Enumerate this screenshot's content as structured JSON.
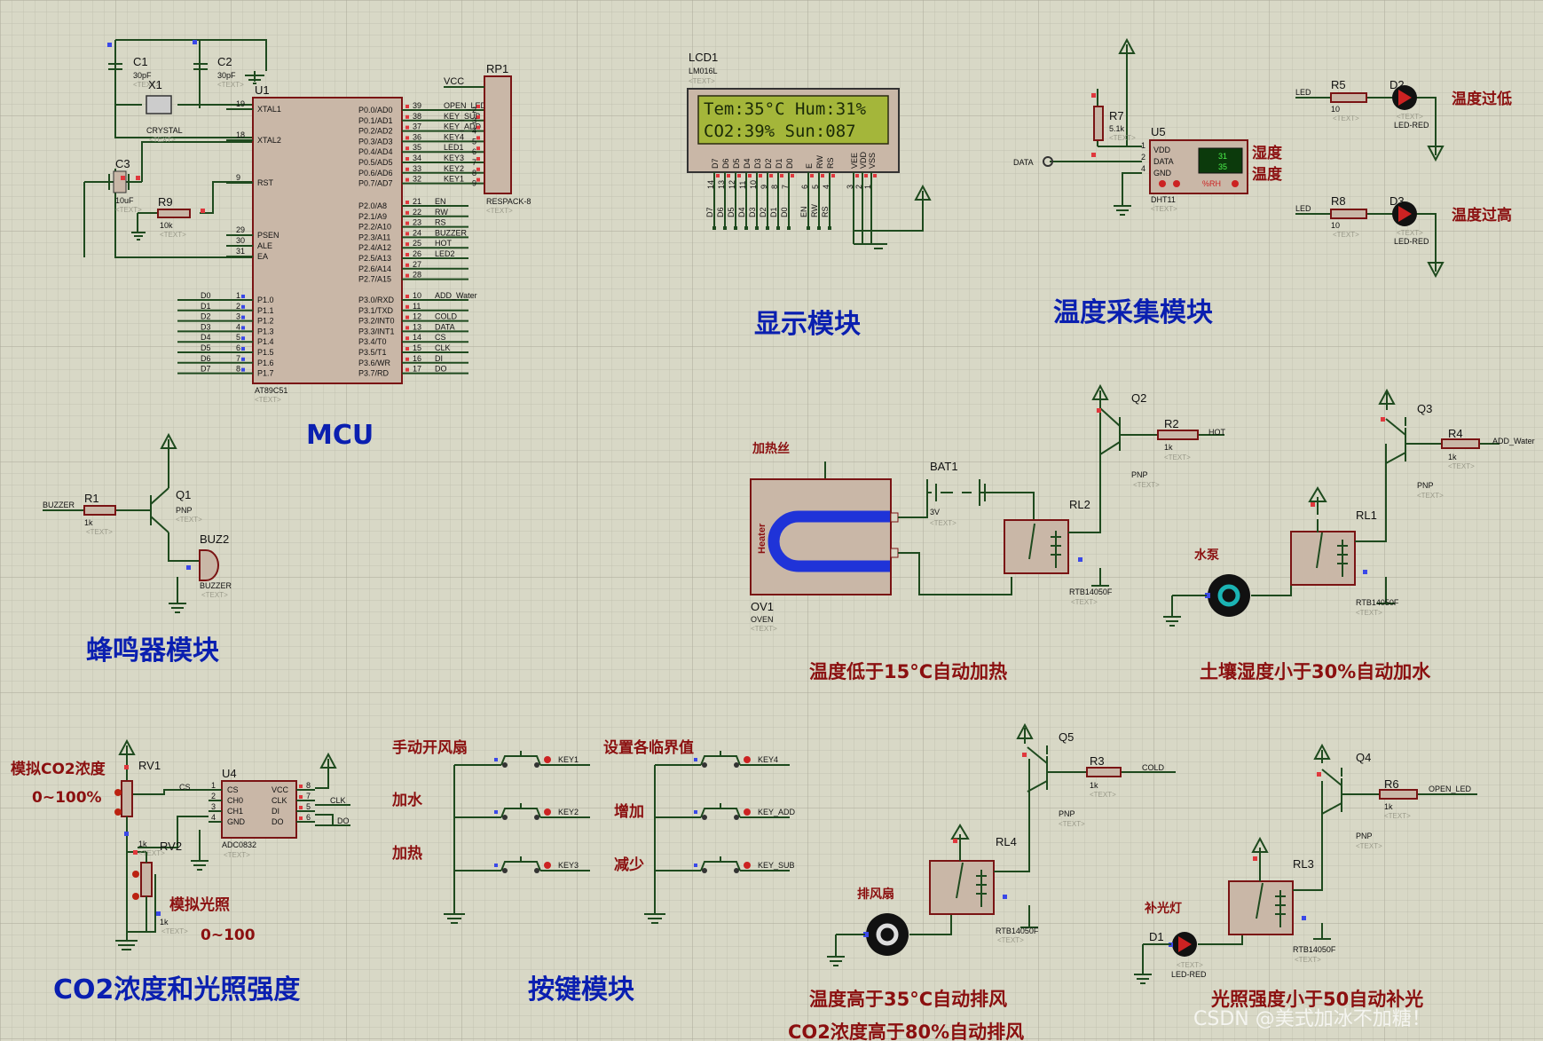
{
  "mcu": {
    "ref": "U1",
    "part": "AT89C51",
    "title": "MCU",
    "left_pins": [
      {
        "num": "19",
        "name": "XTAL1"
      },
      {
        "num": "18",
        "name": "XTAL2"
      },
      {
        "num": "9",
        "name": "RST"
      },
      {
        "num": "29",
        "name": "PSEN"
      },
      {
        "num": "30",
        "name": "ALE"
      },
      {
        "num": "31",
        "name": "EA"
      }
    ],
    "p1_pins": [
      {
        "num": "1",
        "name": "P1.0",
        "net": "D0"
      },
      {
        "num": "2",
        "name": "P1.1",
        "net": "D1"
      },
      {
        "num": "3",
        "name": "P1.2",
        "net": "D2"
      },
      {
        "num": "4",
        "name": "P1.3",
        "net": "D3"
      },
      {
        "num": "5",
        "name": "P1.4",
        "net": "D4"
      },
      {
        "num": "6",
        "name": "P1.5",
        "net": "D5"
      },
      {
        "num": "7",
        "name": "P1.6",
        "net": "D6"
      },
      {
        "num": "8",
        "name": "P1.7",
        "net": "D7"
      }
    ],
    "p0_pins": [
      {
        "num": "39",
        "name": "P0.0/AD0",
        "net": "OPEN_LED"
      },
      {
        "num": "38",
        "name": "P0.1/AD1",
        "net": "KEY_SUB"
      },
      {
        "num": "37",
        "name": "P0.2/AD2",
        "net": "KEY_ADD"
      },
      {
        "num": "36",
        "name": "P0.3/AD3",
        "net": "KEY4"
      },
      {
        "num": "35",
        "name": "P0.4/AD4",
        "net": "LED1"
      },
      {
        "num": "34",
        "name": "P0.5/AD5",
        "net": "KEY3"
      },
      {
        "num": "33",
        "name": "P0.6/AD6",
        "net": "KEY2"
      },
      {
        "num": "32",
        "name": "P0.7/AD7",
        "net": "KEY1"
      }
    ],
    "p2_pins": [
      {
        "num": "21",
        "name": "P2.0/A8",
        "net": "EN"
      },
      {
        "num": "22",
        "name": "P2.1/A9",
        "net": "RW"
      },
      {
        "num": "23",
        "name": "P2.2/A10",
        "net": "RS"
      },
      {
        "num": "24",
        "name": "P2.3/A11",
        "net": "BUZZER"
      },
      {
        "num": "25",
        "name": "P2.4/A12",
        "net": "HOT"
      },
      {
        "num": "26",
        "name": "P2.5/A13",
        "net": "LED2"
      },
      {
        "num": "27",
        "name": "P2.6/A14",
        "net": ""
      },
      {
        "num": "28",
        "name": "P2.7/A15",
        "net": ""
      }
    ],
    "p3_pins": [
      {
        "num": "10",
        "name": "P3.0/RXD",
        "net": "ADD_Water"
      },
      {
        "num": "11",
        "name": "P3.1/TXD",
        "net": ""
      },
      {
        "num": "12",
        "name": "P3.2/INT0",
        "net": "COLD"
      },
      {
        "num": "13",
        "name": "P3.3/INT1",
        "net": "DATA"
      },
      {
        "num": "14",
        "name": "P3.4/T0",
        "net": "CS"
      },
      {
        "num": "15",
        "name": "P3.5/T1",
        "net": "CLK"
      },
      {
        "num": "16",
        "name": "P3.6/WR",
        "net": "DI"
      },
      {
        "num": "17",
        "name": "P3.7/RD",
        "net": "DO"
      }
    ]
  },
  "osc": {
    "c1_ref": "C1",
    "c1_val": "30pF",
    "c2_ref": "C2",
    "c2_val": "30pF",
    "x_ref": "X1",
    "x_val": "CRYSTAL",
    "c3_ref": "C3",
    "c3_val": "10uF",
    "r9_ref": "R9",
    "r9_val": "10k"
  },
  "rp1": {
    "ref": "RP1",
    "part": "RESPACK-8",
    "vcc": "VCC",
    "pins": [
      "2",
      "3",
      "4",
      "5",
      "6",
      "7",
      "8",
      "9"
    ]
  },
  "lcd": {
    "ref": "LCD1",
    "part": "LM016L",
    "line1": "Tem:35°C Hum:31%",
    "line2": "CO2:39% Sun:087",
    "pins": [
      {
        "num": "14",
        "name": "D7"
      },
      {
        "num": "13",
        "name": "D6"
      },
      {
        "num": "12",
        "name": "D5"
      },
      {
        "num": "11",
        "name": "D4"
      },
      {
        "num": "10",
        "name": "D3"
      },
      {
        "num": "9",
        "name": "D2"
      },
      {
        "num": "8",
        "name": "D1"
      },
      {
        "num": "7",
        "name": "D0"
      },
      {
        "num": "6",
        "name": "E"
      },
      {
        "num": "5",
        "name": "RW"
      },
      {
        "num": "4",
        "name": "RS"
      },
      {
        "num": "3",
        "name": "VEE"
      },
      {
        "num": "2",
        "name": "VDD"
      },
      {
        "num": "1",
        "name": "VSS"
      }
    ],
    "nets": [
      "D7",
      "D6",
      "D5",
      "D4",
      "D3",
      "D2",
      "D1",
      "D0",
      "EN",
      "RW",
      "RS"
    ],
    "title": "显示模块"
  },
  "dht": {
    "ref": "U5",
    "part": "DHT11",
    "r_ref": "R7",
    "r_val": "5.1k",
    "net": "DATA",
    "pins": [
      {
        "num": "1",
        "name": "VDD"
      },
      {
        "num": "2",
        "name": "DATA"
      },
      {
        "num": "4",
        "name": "GND"
      }
    ],
    "v1": "31",
    "v2": "35",
    "unit": "%RH",
    "lbl_a": "湿度",
    "lbl_b": "温度",
    "title": "温度采集模块"
  },
  "alarm_leds": [
    {
      "net": "LED",
      "r_ref": "R5",
      "r_val": "10",
      "d_ref": "D2",
      "d_part": "LED-RED",
      "label": "温度过低"
    },
    {
      "net": "LED",
      "r_ref": "R8",
      "r_val": "10",
      "d_ref": "D3",
      "d_part": "LED-RED",
      "label": "温度过高"
    }
  ],
  "buzzer": {
    "net": "BUZZER",
    "r_ref": "R1",
    "r_val": "1k",
    "q_ref": "Q1",
    "q_part": "PNP",
    "b_ref": "BUZ2",
    "b_part": "BUZZER",
    "title": "蜂鸣器模块"
  },
  "heat": {
    "title": "加热丝",
    "bat_ref": "BAT1",
    "bat_val": "3V",
    "oven_ref": "OV1",
    "oven_part": "OVEN",
    "heater": "Heater",
    "q_ref": "Q2",
    "q_part": "PNP",
    "r_ref": "R2",
    "r_val": "1k",
    "net": "HOT",
    "rl_ref": "RL2",
    "rl_part": "RTB14050F",
    "caption": "温度低于15°C自动加热"
  },
  "pump": {
    "title": "水泵",
    "q_ref": "Q3",
    "q_part": "PNP",
    "r_ref": "R4",
    "r_val": "1k",
    "net": "ADD_Water",
    "rl_ref": "RL1",
    "rl_part": "RTB14050F",
    "caption": "土壤湿度小于30%自动加水"
  },
  "adc": {
    "rv1": "RV1",
    "rv2": "RV2",
    "rv_val": "1k",
    "u_ref": "U4",
    "u_part": "ADC0832",
    "pins_l": [
      {
        "num": "1",
        "name": "CS"
      },
      {
        "num": "2",
        "name": "CH0"
      },
      {
        "num": "3",
        "name": "CH1"
      },
      {
        "num": "4",
        "name": "GND"
      }
    ],
    "pins_r": [
      {
        "num": "8",
        "name": "VCC"
      },
      {
        "num": "7",
        "name": "CLK"
      },
      {
        "num": "5",
        "name": "DI"
      },
      {
        "num": "6",
        "name": "DO"
      }
    ],
    "net_cs": "CS",
    "net_clk": "CLK",
    "net_do": "DO",
    "co2_lbl": "模拟CO2浓度",
    "co2_rng": "0~100%",
    "light_lbl": "模拟光照",
    "light_rng": "0~100",
    "title": "CO2浓度和光照强度"
  },
  "keys": {
    "left": [
      {
        "label": "手动开风扇",
        "net": "KEY1"
      },
      {
        "label": "加水",
        "net": "KEY2"
      },
      {
        "label": "加热",
        "net": "KEY3"
      }
    ],
    "right": [
      {
        "label": "设置各临界值",
        "net": "KEY4"
      },
      {
        "label": "增加",
        "net": "KEY_ADD"
      },
      {
        "label": "减少",
        "net": "KEY_SUB"
      }
    ],
    "title": "按键模块"
  },
  "fan": {
    "title": "排风扇",
    "q_ref": "Q5",
    "q_part": "PNP",
    "r_ref": "R3",
    "r_val": "1k",
    "net": "COLD",
    "rl_ref": "RL4",
    "rl_part": "RTB14050F",
    "caption1": "温度高于35°C自动排风",
    "caption2": "CO2浓度高于80%自动排风"
  },
  "light": {
    "title": "补光灯",
    "q_ref": "Q4",
    "q_part": "PNP",
    "r_ref": "R6",
    "r_val": "1k",
    "net": "OPEN_LED",
    "rl_ref": "RL3",
    "rl_part": "RTB14050F",
    "d_ref": "D1",
    "d_part": "LED-RED",
    "caption": "光照强度小于50自动补光"
  },
  "text_placeholder": "<TEXT>",
  "watermark": "CSDN @美式加冰不加糖！"
}
